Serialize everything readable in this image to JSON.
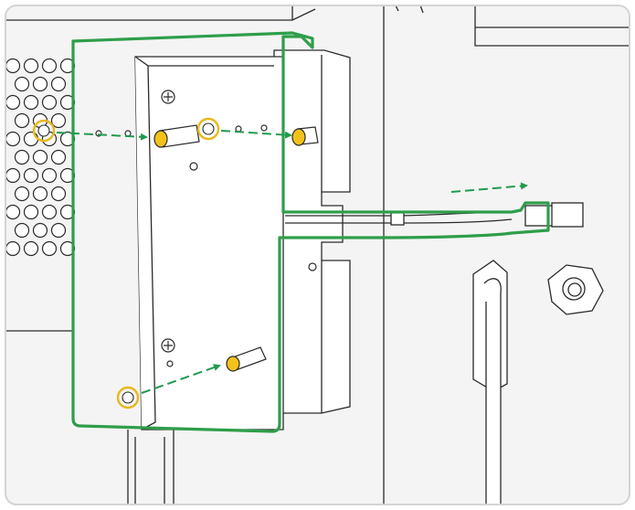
{
  "figure": {
    "kind": "technical-illustration",
    "printed_text": []
  },
  "colors": {
    "background": "#ffffff",
    "panel_fill": "#f4f4f4",
    "line": "#2a2a2a",
    "frame_border": "#d4d4d4",
    "highlight_outline": "#2e9e4a",
    "callout_arrow": "#1f9a4e",
    "standoff_tip": "#f2c21a",
    "screw_ring": "#e7b81c"
  },
  "callouts": {
    "screws_highlighted": 3,
    "standoffs_highlighted": 3,
    "direction_arrows": 4
  }
}
